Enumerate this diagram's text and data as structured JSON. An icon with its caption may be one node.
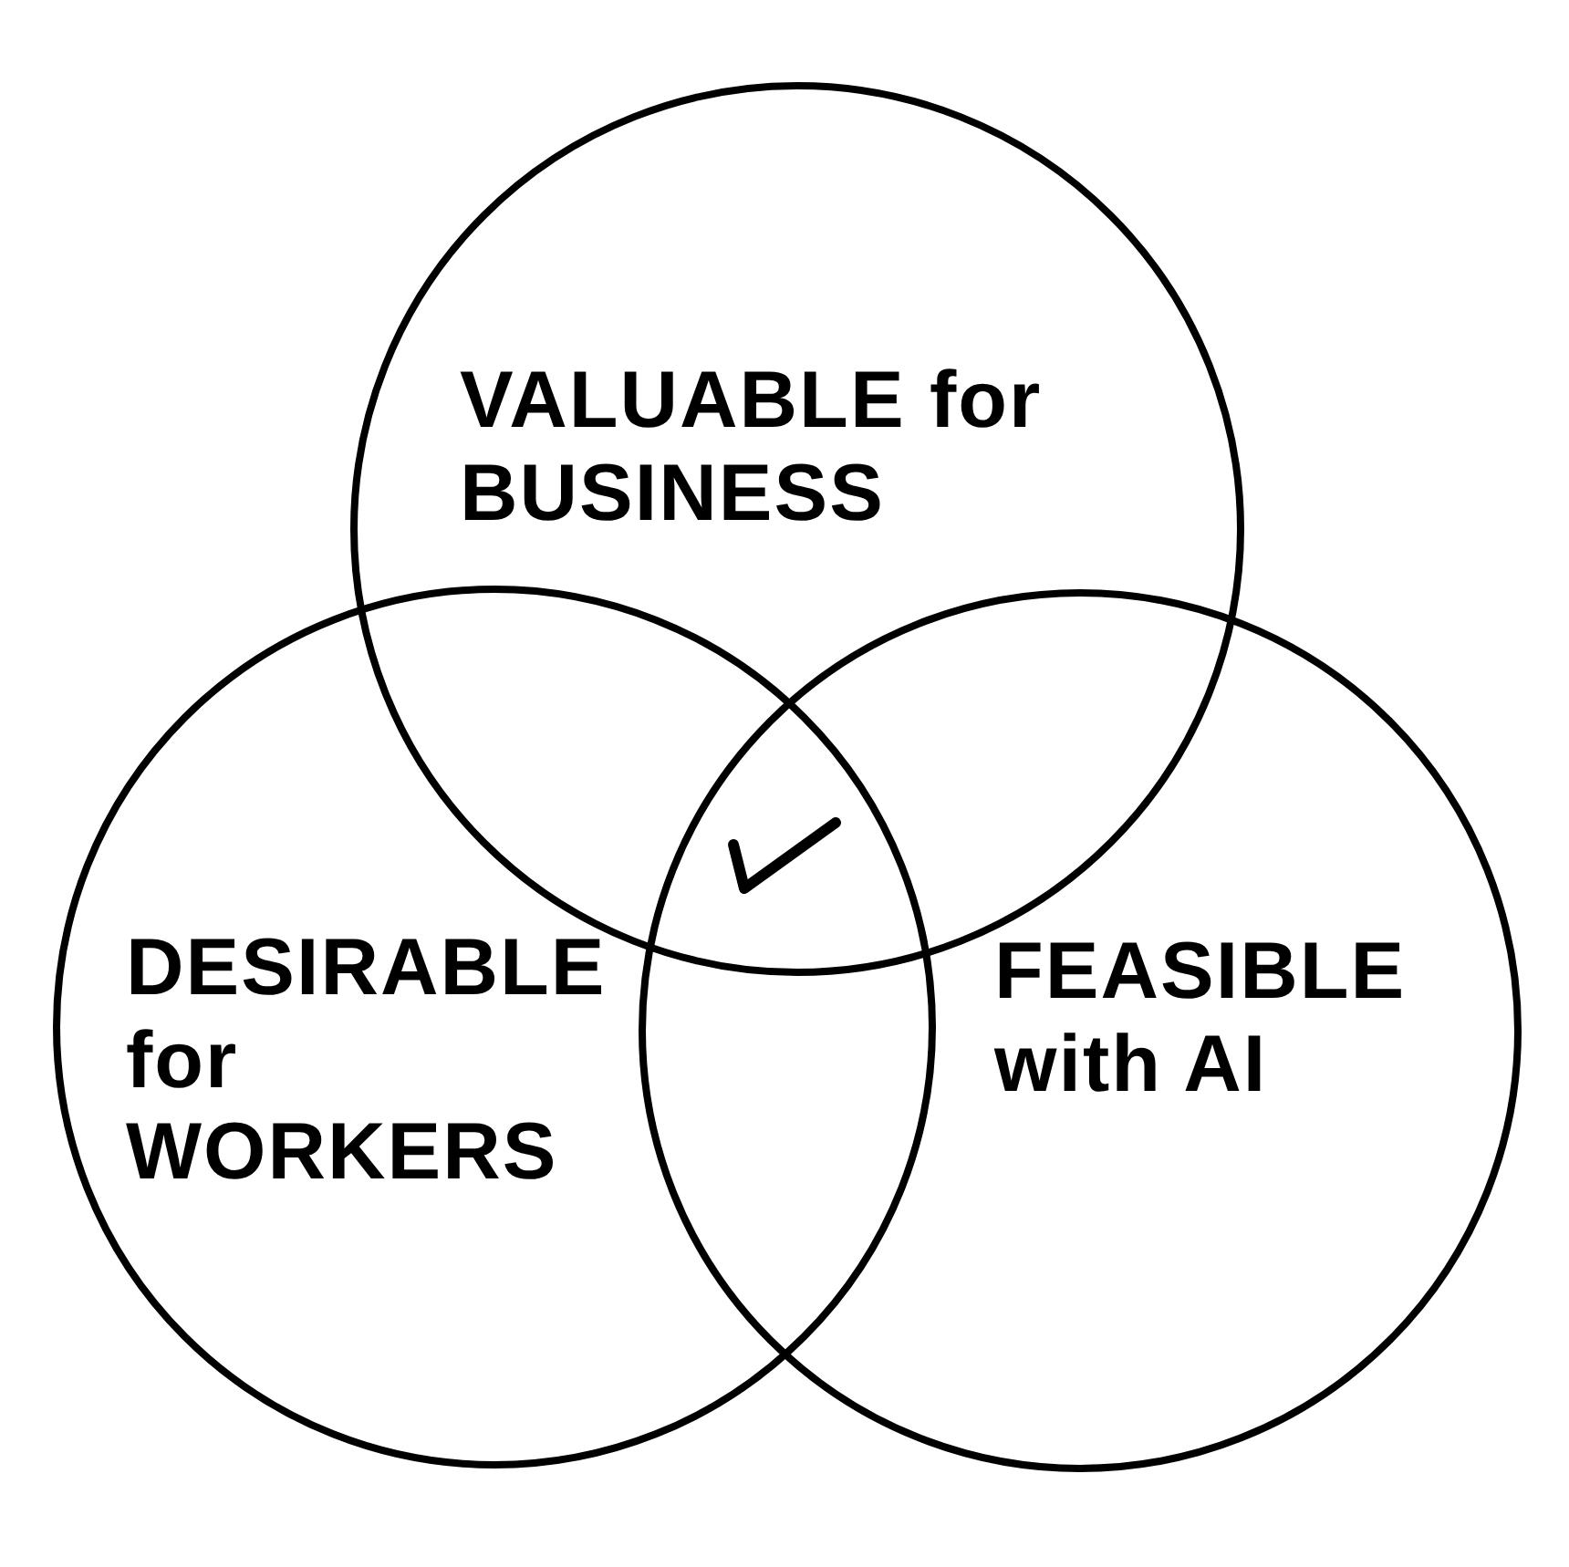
{
  "diagram": {
    "nodes": [
      {
        "text": [
          "VALUABLE for BUSINESS"
        ]
      },
      {
        "text": [
          "DESIRABLE for WORKERS"
        ]
      },
      {
        "text": [
          "FEASIBLE with AI"
        ]
      }
    ],
    "edges": []
  }
}
